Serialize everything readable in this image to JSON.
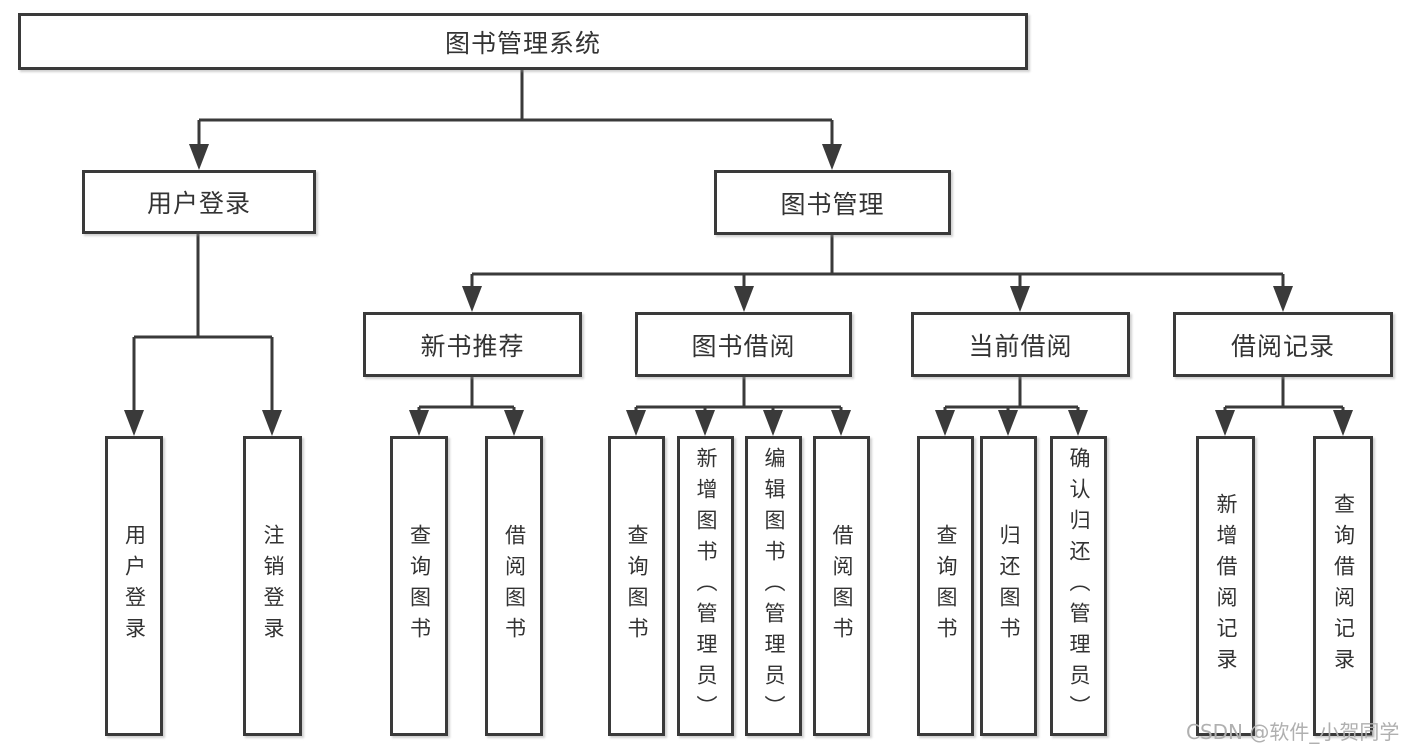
{
  "diagram": {
    "root": {
      "label": "图书管理系统"
    },
    "branches": [
      {
        "label": "用户登录",
        "children": [
          {
            "label": "用户登录"
          },
          {
            "label": "注销登录"
          }
        ]
      },
      {
        "label": "图书管理",
        "children": [
          {
            "label": "新书推荐",
            "children": [
              {
                "label": "查询图书"
              },
              {
                "label": "借阅图书"
              }
            ]
          },
          {
            "label": "图书借阅",
            "children": [
              {
                "label": "查询图书"
              },
              {
                "label": "新增图书（管理员）"
              },
              {
                "label": "编辑图书（管理员）"
              },
              {
                "label": "借阅图书"
              }
            ]
          },
          {
            "label": "当前借阅",
            "children": [
              {
                "label": "查询图书"
              },
              {
                "label": "归还图书"
              },
              {
                "label": "确认归还（管理员）"
              }
            ]
          },
          {
            "label": "借阅记录",
            "children": [
              {
                "label": "新增借阅记录"
              },
              {
                "label": "查询借阅记录"
              }
            ]
          }
        ]
      }
    ]
  },
  "watermark": {
    "text": "CSDN @软件_小贺同学",
    "color": "#b0b0b0"
  },
  "colors": {
    "background": "#ffffff",
    "line": "#3a3a3a",
    "box_border": "#3a3a3a",
    "text": "#333333"
  }
}
